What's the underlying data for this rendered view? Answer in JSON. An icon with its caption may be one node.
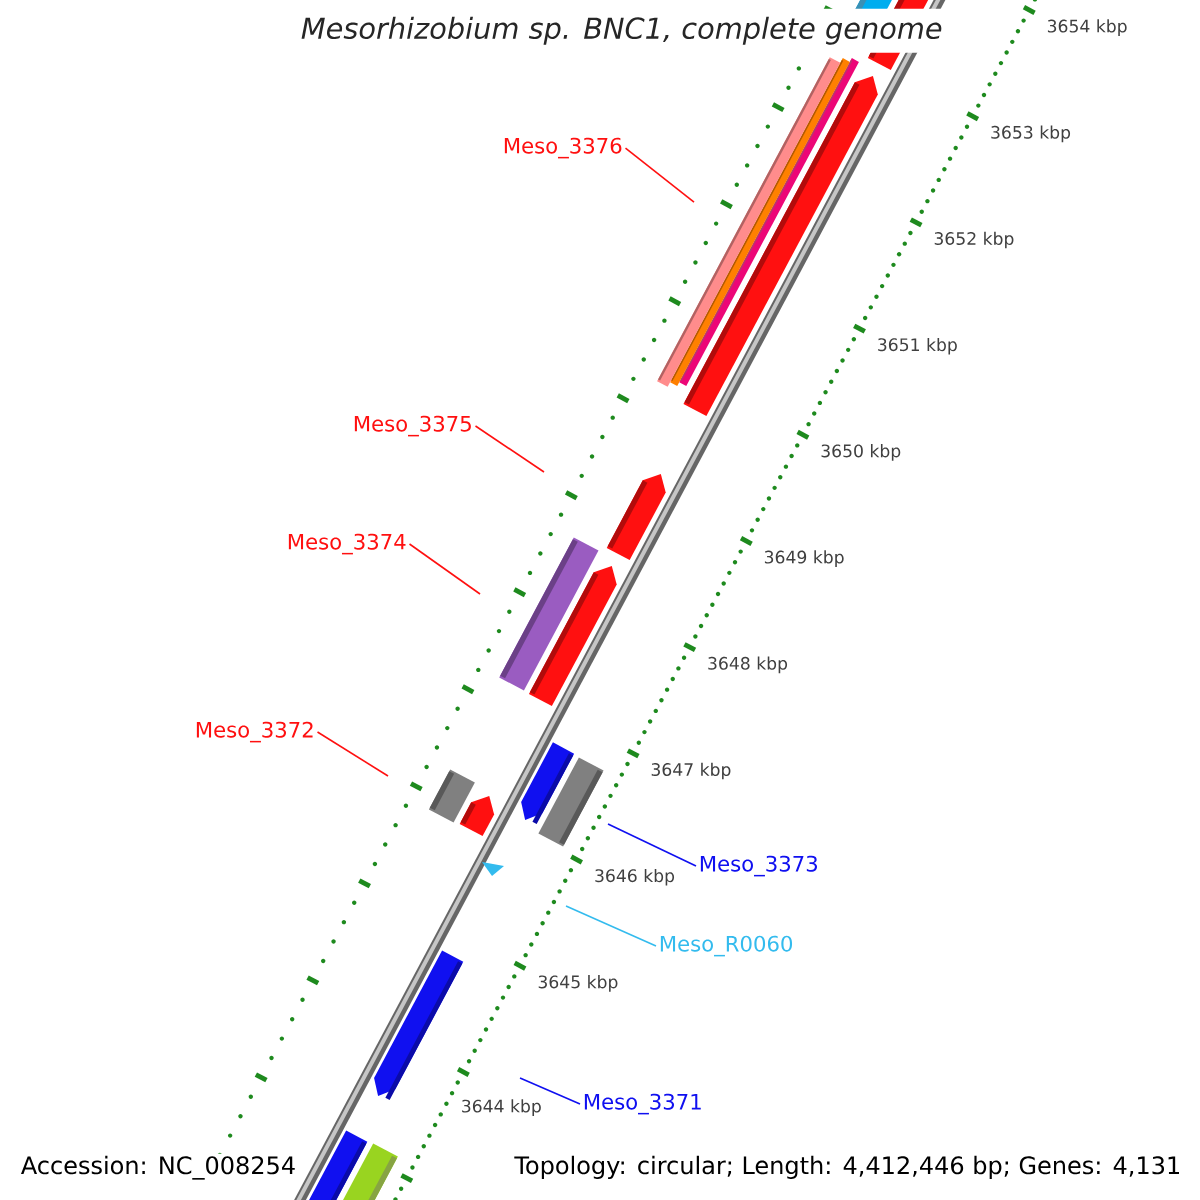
{
  "diagram": {
    "title": "Mesorhizobium sp. BNC1, complete genome",
    "nodes": [
      {
        "text": [
          "Meso_3376"
        ]
      },
      {
        "text": [
          "Meso_3375"
        ]
      },
      {
        "text": [
          "Meso_3374"
        ]
      },
      {
        "text": [
          "Meso_3372"
        ]
      },
      {
        "text": [
          "Meso_3373"
        ]
      },
      {
        "text": [
          "Meso_R0060"
        ]
      },
      {
        "text": [
          "Meso_3371"
        ]
      }
    ],
    "edges": [
      {
        "from": 0,
        "to": null,
        "arrow": "none"
      },
      {
        "from": 1,
        "to": null,
        "arrow": "none"
      },
      {
        "from": 2,
        "to": null,
        "arrow": "none"
      },
      {
        "from": 3,
        "to": null,
        "arrow": "none"
      },
      {
        "from": 4,
        "to": null,
        "arrow": "none",
        "color": "#1010f0"
      },
      {
        "from": 5,
        "to": null,
        "arrow": "none",
        "color": "#33bbee"
      },
      {
        "from": 6,
        "to": null,
        "arrow": "none",
        "color": "#1010f0"
      }
    ],
    "labels": [
      "3654 kbp",
      "3653 kbp",
      "3652 kbp",
      "3651 kbp",
      "3650 kbp",
      "3649 kbp",
      "3648 kbp",
      "3647 kbp",
      "3646 kbp",
      "3645 kbp",
      "3644 kbp",
      "Accession: NC_008254",
      "Topology: circular; Length: 4,412,446 bp; Genes: 4,131"
    ]
  }
}
